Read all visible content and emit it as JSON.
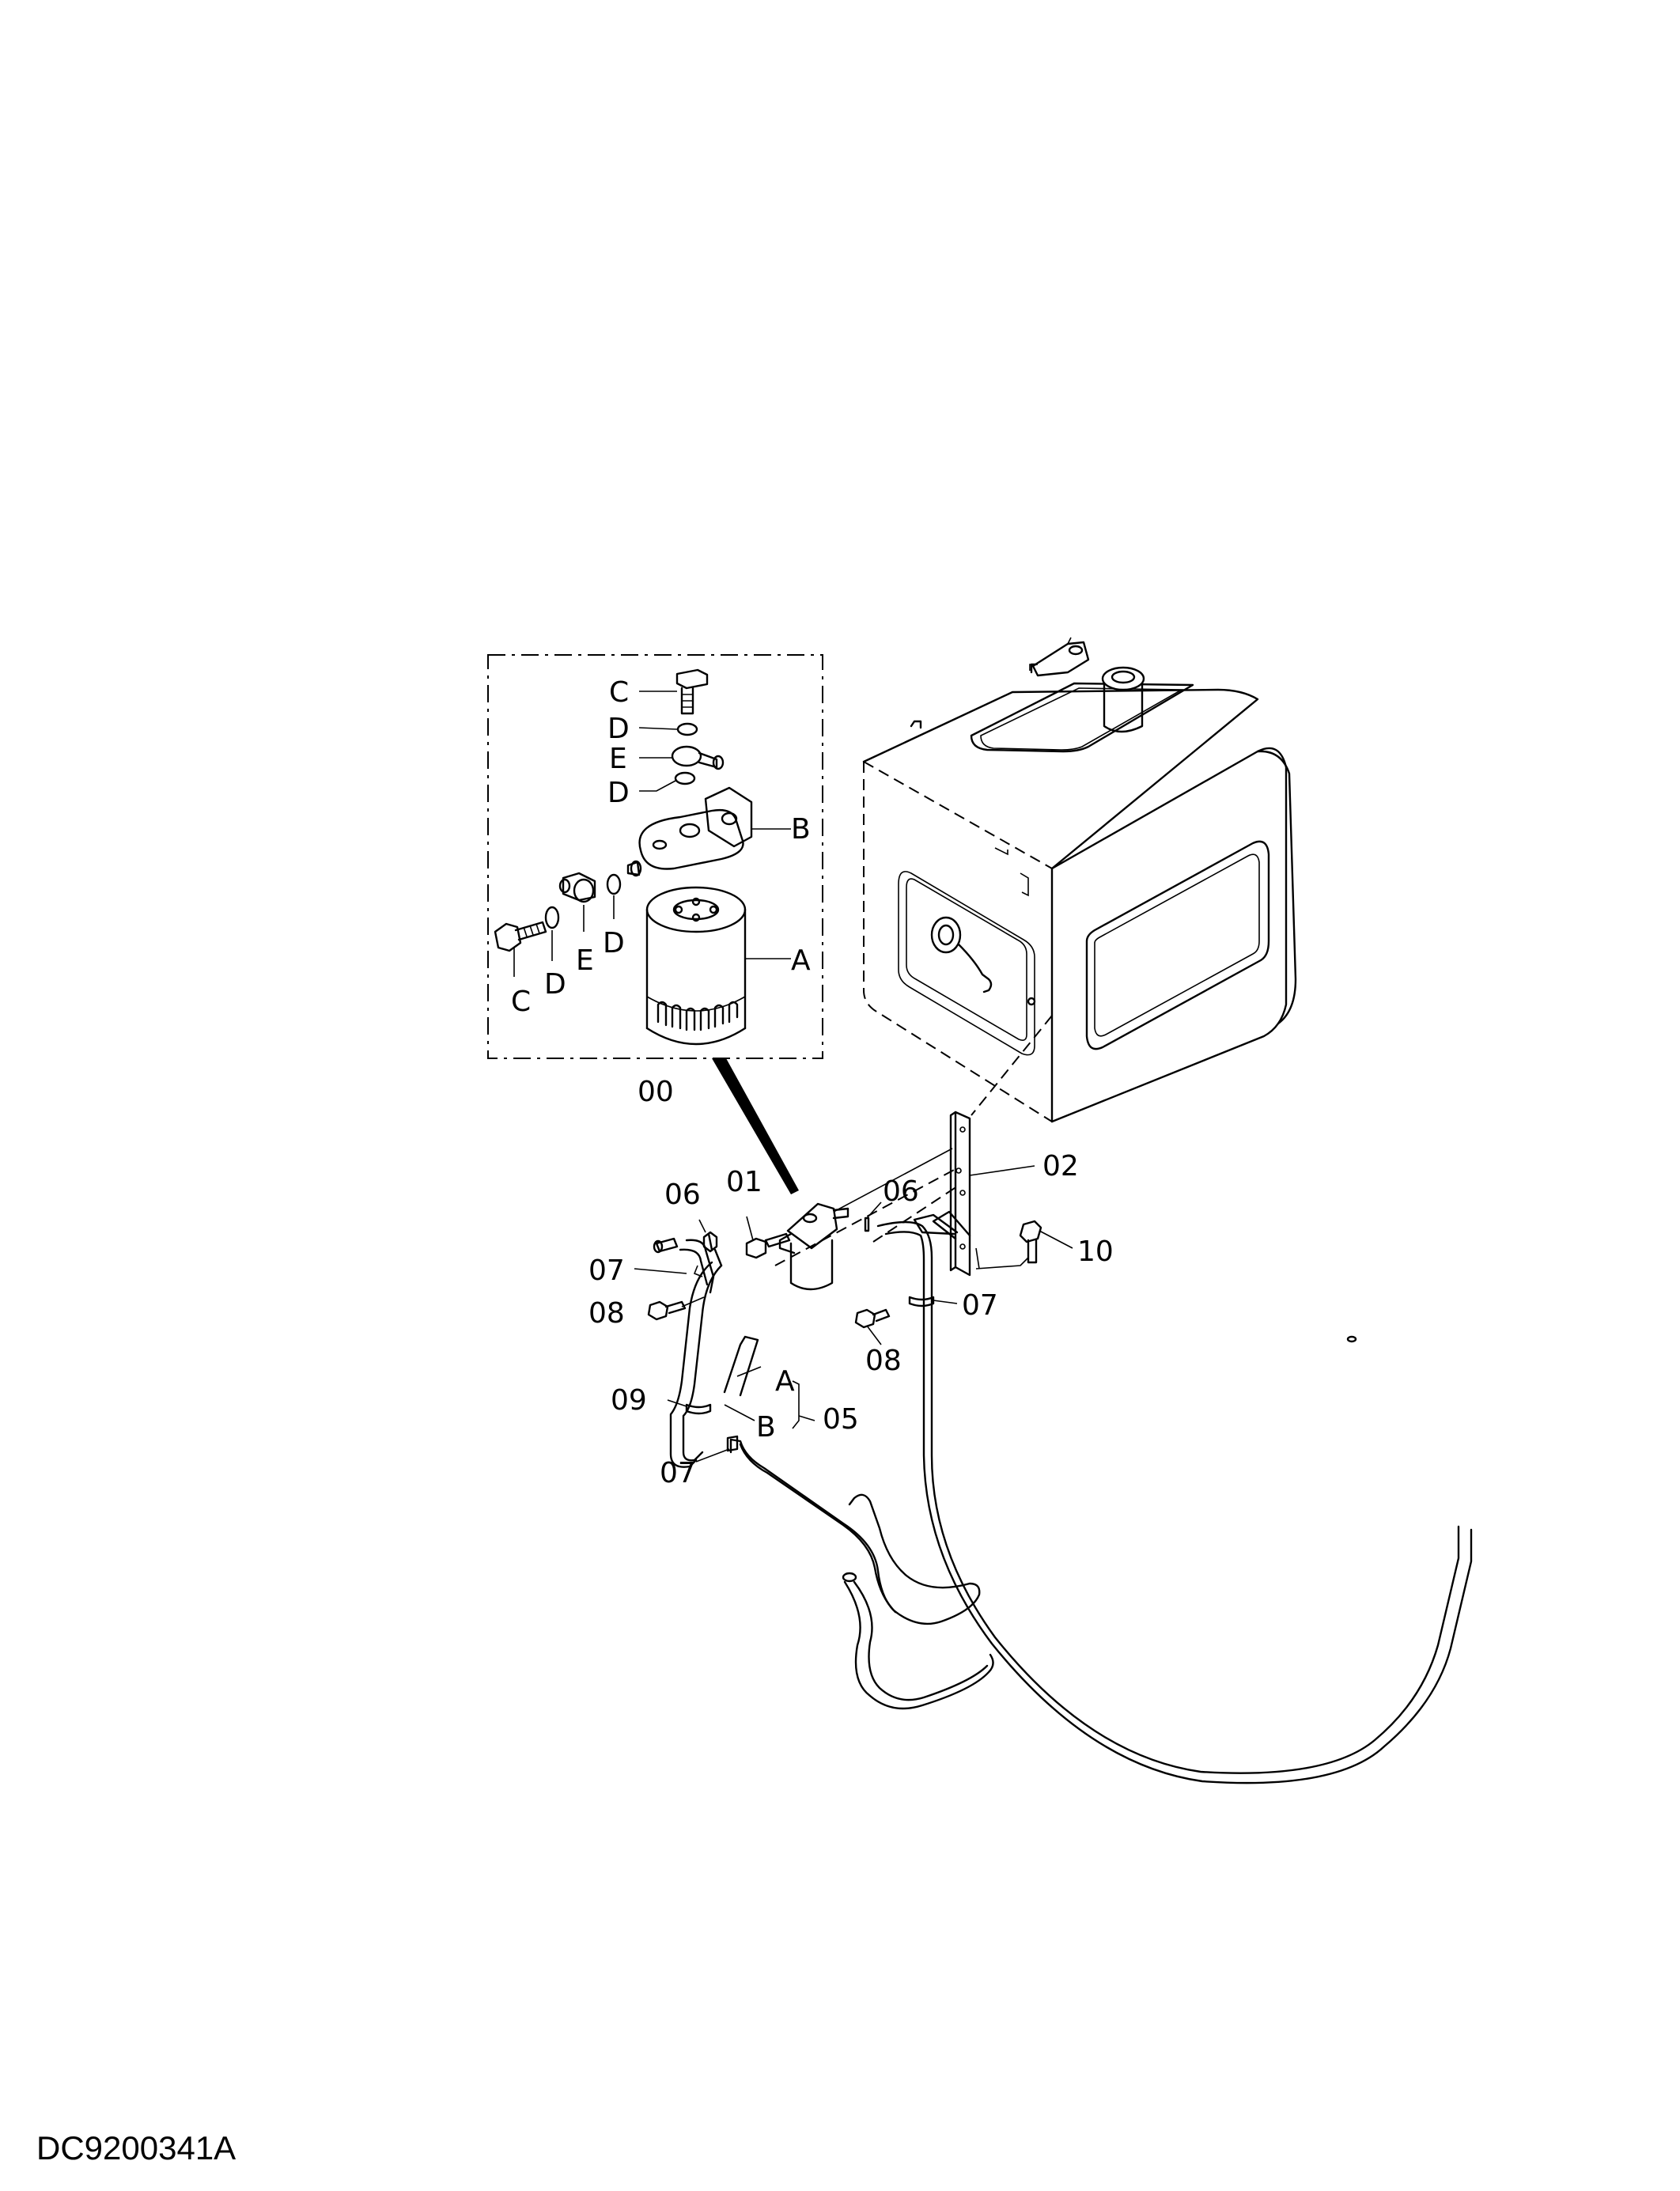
{
  "drawing_code": "DC9200341A",
  "detail": {
    "group_label": "00",
    "parts": {
      "C1": "C",
      "D1": "D",
      "E1": "E",
      "D2": "D",
      "B": "B",
      "C2": "C",
      "D3": "D",
      "E2": "E",
      "D4": "D",
      "A": "A"
    }
  },
  "callouts": {
    "p01": "01",
    "p02": "02",
    "p06a": "06",
    "p06b": "06",
    "p07a": "07",
    "p07b": "07",
    "p07c": "07",
    "p08a": "08",
    "p08b": "08",
    "p09": "09",
    "p10": "10",
    "p05": "05",
    "hoseA": "A",
    "hoseB": "B"
  }
}
